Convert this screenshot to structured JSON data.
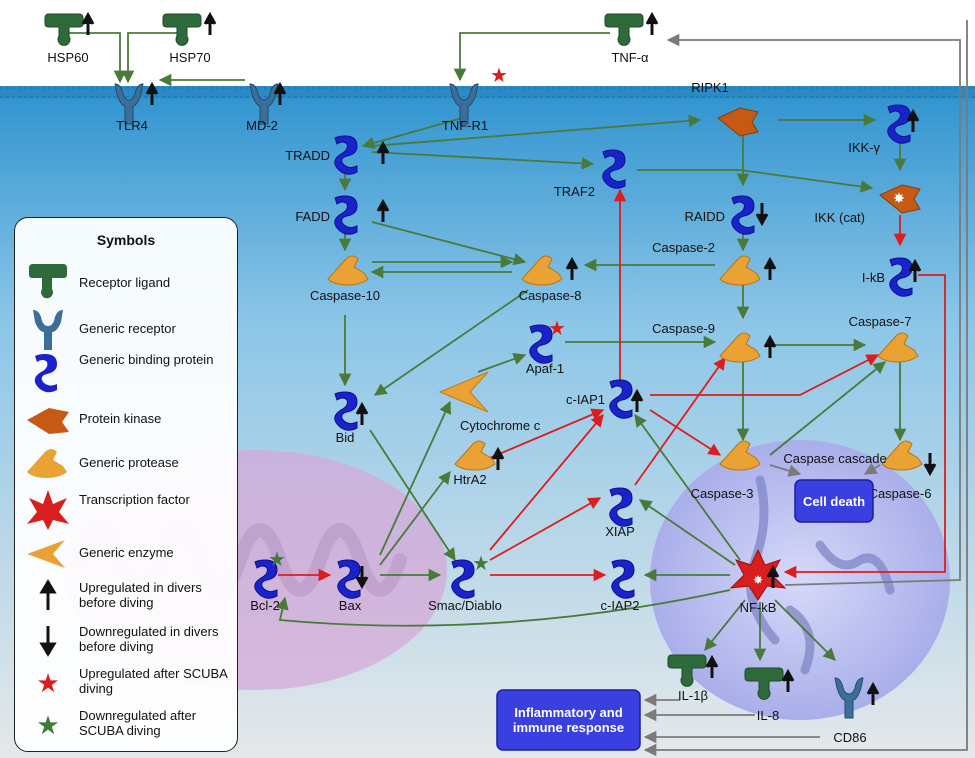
{
  "legend": {
    "title": "Symbols",
    "items": [
      {
        "icon": "receptor-ligand-icon",
        "text": "Receptor ligand"
      },
      {
        "icon": "generic-receptor-icon",
        "text": "Generic receptor"
      },
      {
        "icon": "generic-binding-protein-icon",
        "text": "Generic binding protein"
      },
      {
        "icon": "protein-kinase-icon",
        "text": "Protein kinase"
      },
      {
        "icon": "generic-protease-icon",
        "text": "Generic protease"
      },
      {
        "icon": "transcription-factor-icon",
        "text": "Transcription factor"
      },
      {
        "icon": "generic-enzyme-icon",
        "text": "Generic enzyme"
      },
      {
        "icon": "up-arrow-icon",
        "text": "Upregulated in divers before diving"
      },
      {
        "icon": "down-arrow-icon",
        "text": "Downregulated in divers before diving"
      },
      {
        "icon": "red-star-icon",
        "text": "Upregulated after SCUBA diving"
      },
      {
        "icon": "green-star-icon",
        "text": "Downregulated after SCUBA diving"
      }
    ]
  },
  "nodes": {
    "hsp60": "HSP60",
    "hsp70": "HSP70",
    "tnfa": "TNF-α",
    "tlr4": "TLR4",
    "md2": "MD-2",
    "tnfr1": "TNF-R1",
    "tradd": "TRADD",
    "traf2": "TRAF2",
    "ripk1": "RIPK1",
    "ikkg": "IKK-γ",
    "fadd": "FADD",
    "raidd": "RAIDD",
    "ikkcat": "IKK (cat)",
    "caspase10": "Caspase-10",
    "caspase8": "Caspase-8",
    "caspase2": "Caspase-2",
    "ikb": "I-kB",
    "apaf1": "Apaf-1",
    "caspase9": "Caspase-9",
    "caspase7": "Caspase-7",
    "bid": "Bid",
    "cytc": "Cytochrome c",
    "ciap1": "c-IAP1",
    "htra2": "HtrA2",
    "caspase3": "Caspase-3",
    "caspase6": "Caspase-6",
    "xiap": "XIAP",
    "bcl2": "Bcl-2",
    "bax": "Bax",
    "smac": "Smac/Diablo",
    "ciap2": "c-IAP2",
    "nfkb": "NF-kB",
    "il1b": "IL-1β",
    "il8": "IL-8",
    "cd86": "CD86"
  },
  "caspase_cascade": "Caspase cascade",
  "cell_death": "Cell death",
  "inflammatory": "Inflammatory and immune response",
  "colors": {
    "activation_arrow": "#4a7a3a",
    "inhibition_arrow": "#dd1d1d",
    "output_arrow": "#7a7a7a",
    "ligand": "#2f6b3a",
    "receptor": "#3b6f9a",
    "binding_protein": "#1a22cc",
    "kinase": "#c65a14",
    "protease": "#e9a233",
    "membrane": "#3aa0d6",
    "nucleus": "#b9bff0",
    "mitochondrion": "#d6a8d6",
    "box_fill": "#3a40e0"
  }
}
